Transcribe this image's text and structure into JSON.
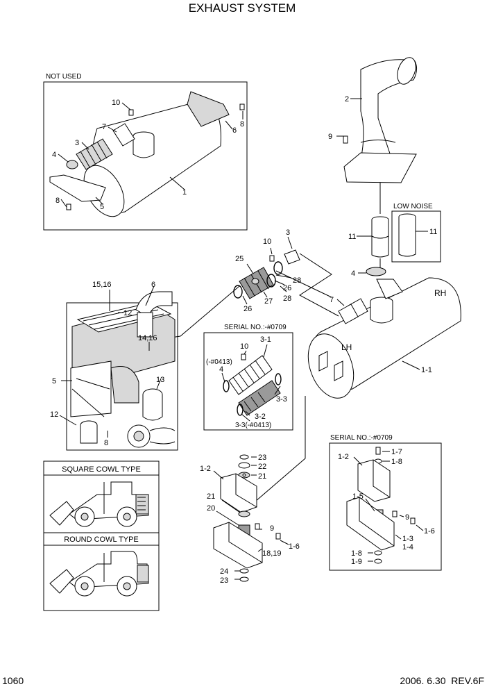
{
  "page": {
    "title": "EXHAUST SYSTEM",
    "page_number": "1060",
    "date_rev": "2006. 6.30  REV.6F"
  },
  "boxes": {
    "not_used": "NOT USED",
    "low_noise": "LOW NOISE",
    "serial_a": "SERIAL NO.:-#0709",
    "serial_b": "SERIAL NO.:-#0709",
    "square_cowl": "SQUARE COWL TYPE",
    "round_cowl": "ROUND COWL TYPE"
  },
  "labels": {
    "not_used": [
      "10",
      "7",
      "3",
      "4",
      "8",
      "5",
      "1",
      "6",
      "8"
    ],
    "stack": [
      "2",
      "9"
    ],
    "lownoise": [
      "11",
      "11"
    ],
    "pipe": [
      "3",
      "10",
      "25",
      "28",
      "26",
      "27",
      "28",
      "26"
    ],
    "engine": [
      "15,16",
      "6",
      "12",
      "14,16",
      "13",
      "5",
      "12",
      "8"
    ],
    "muffler": [
      "4",
      "7",
      "RH",
      "LH",
      "1-1"
    ],
    "serial_a": [
      "10",
      "3-1",
      "(-#0413)",
      "4",
      "3-3",
      "3-2",
      "3-3(-#0413)"
    ],
    "mount": [
      "23",
      "22",
      "21",
      "1-2",
      "21",
      "20",
      "9",
      "1-6",
      "18,19",
      "24",
      "23"
    ],
    "serial_b": [
      "1-7",
      "1-2",
      "1-8",
      "1-5",
      "9",
      "1-6",
      "1-3",
      "1-4",
      "1-8",
      "1-9"
    ]
  },
  "icons": [
    "muffler-assembly",
    "exhaust-stack",
    "flexible-pipe",
    "clamp",
    "bolt",
    "rubber-mount",
    "bracket",
    "engine",
    "wheel-loader"
  ]
}
